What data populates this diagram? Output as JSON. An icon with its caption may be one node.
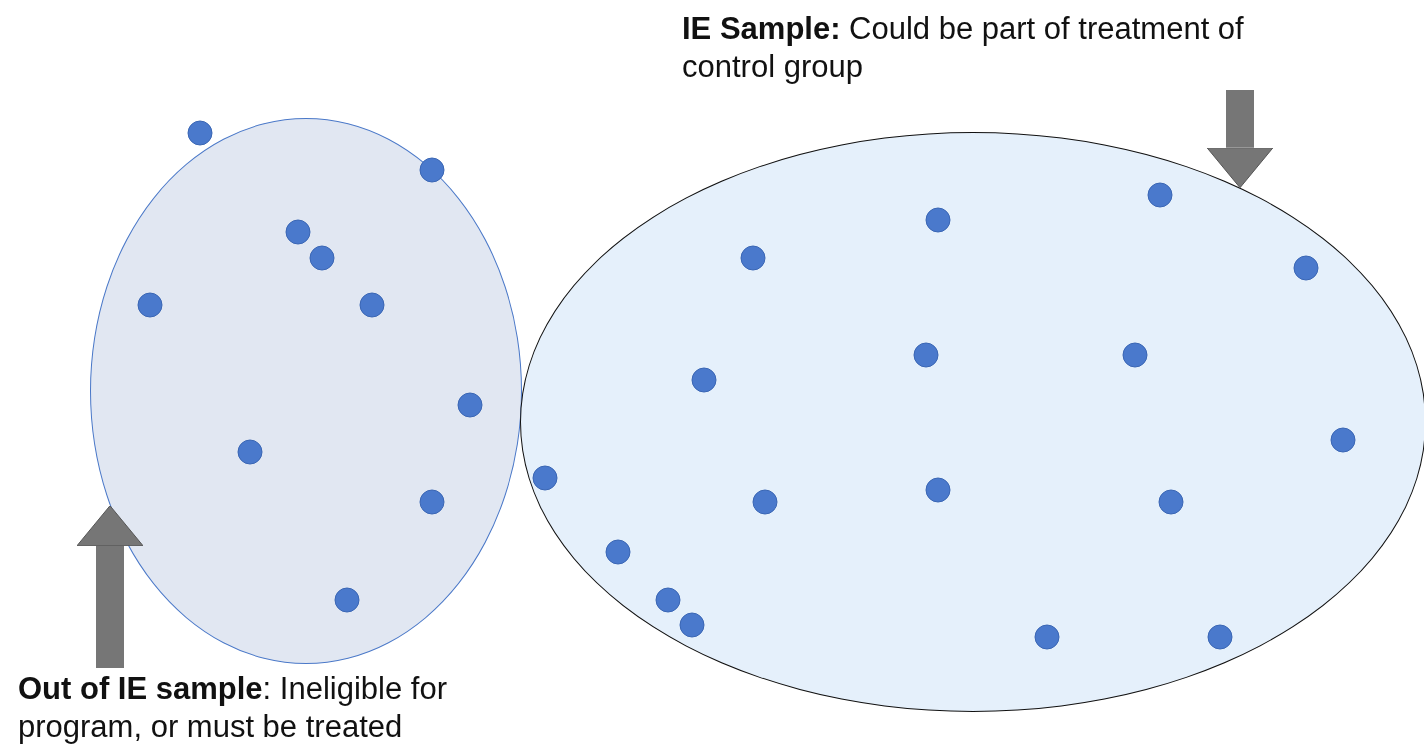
{
  "diagram": {
    "nodes": [
      {
        "text": [],
        "shape": "ellipse"
      },
      {
        "text": [],
        "shape": "ellipse"
      },
      {
        "text": [
          "**IE Sample:** Could be part of treatment of control group"
        ]
      },
      {
        "text": [
          "**Out of IE sample**: Ineligible for program, or must be treated"
        ]
      }
    ],
    "edges": [
      {
        "from": 2,
        "to": 1,
        "arrow": "to"
      },
      {
        "from": 3,
        "to": 0,
        "arrow": "to"
      }
    ]
  }
}
